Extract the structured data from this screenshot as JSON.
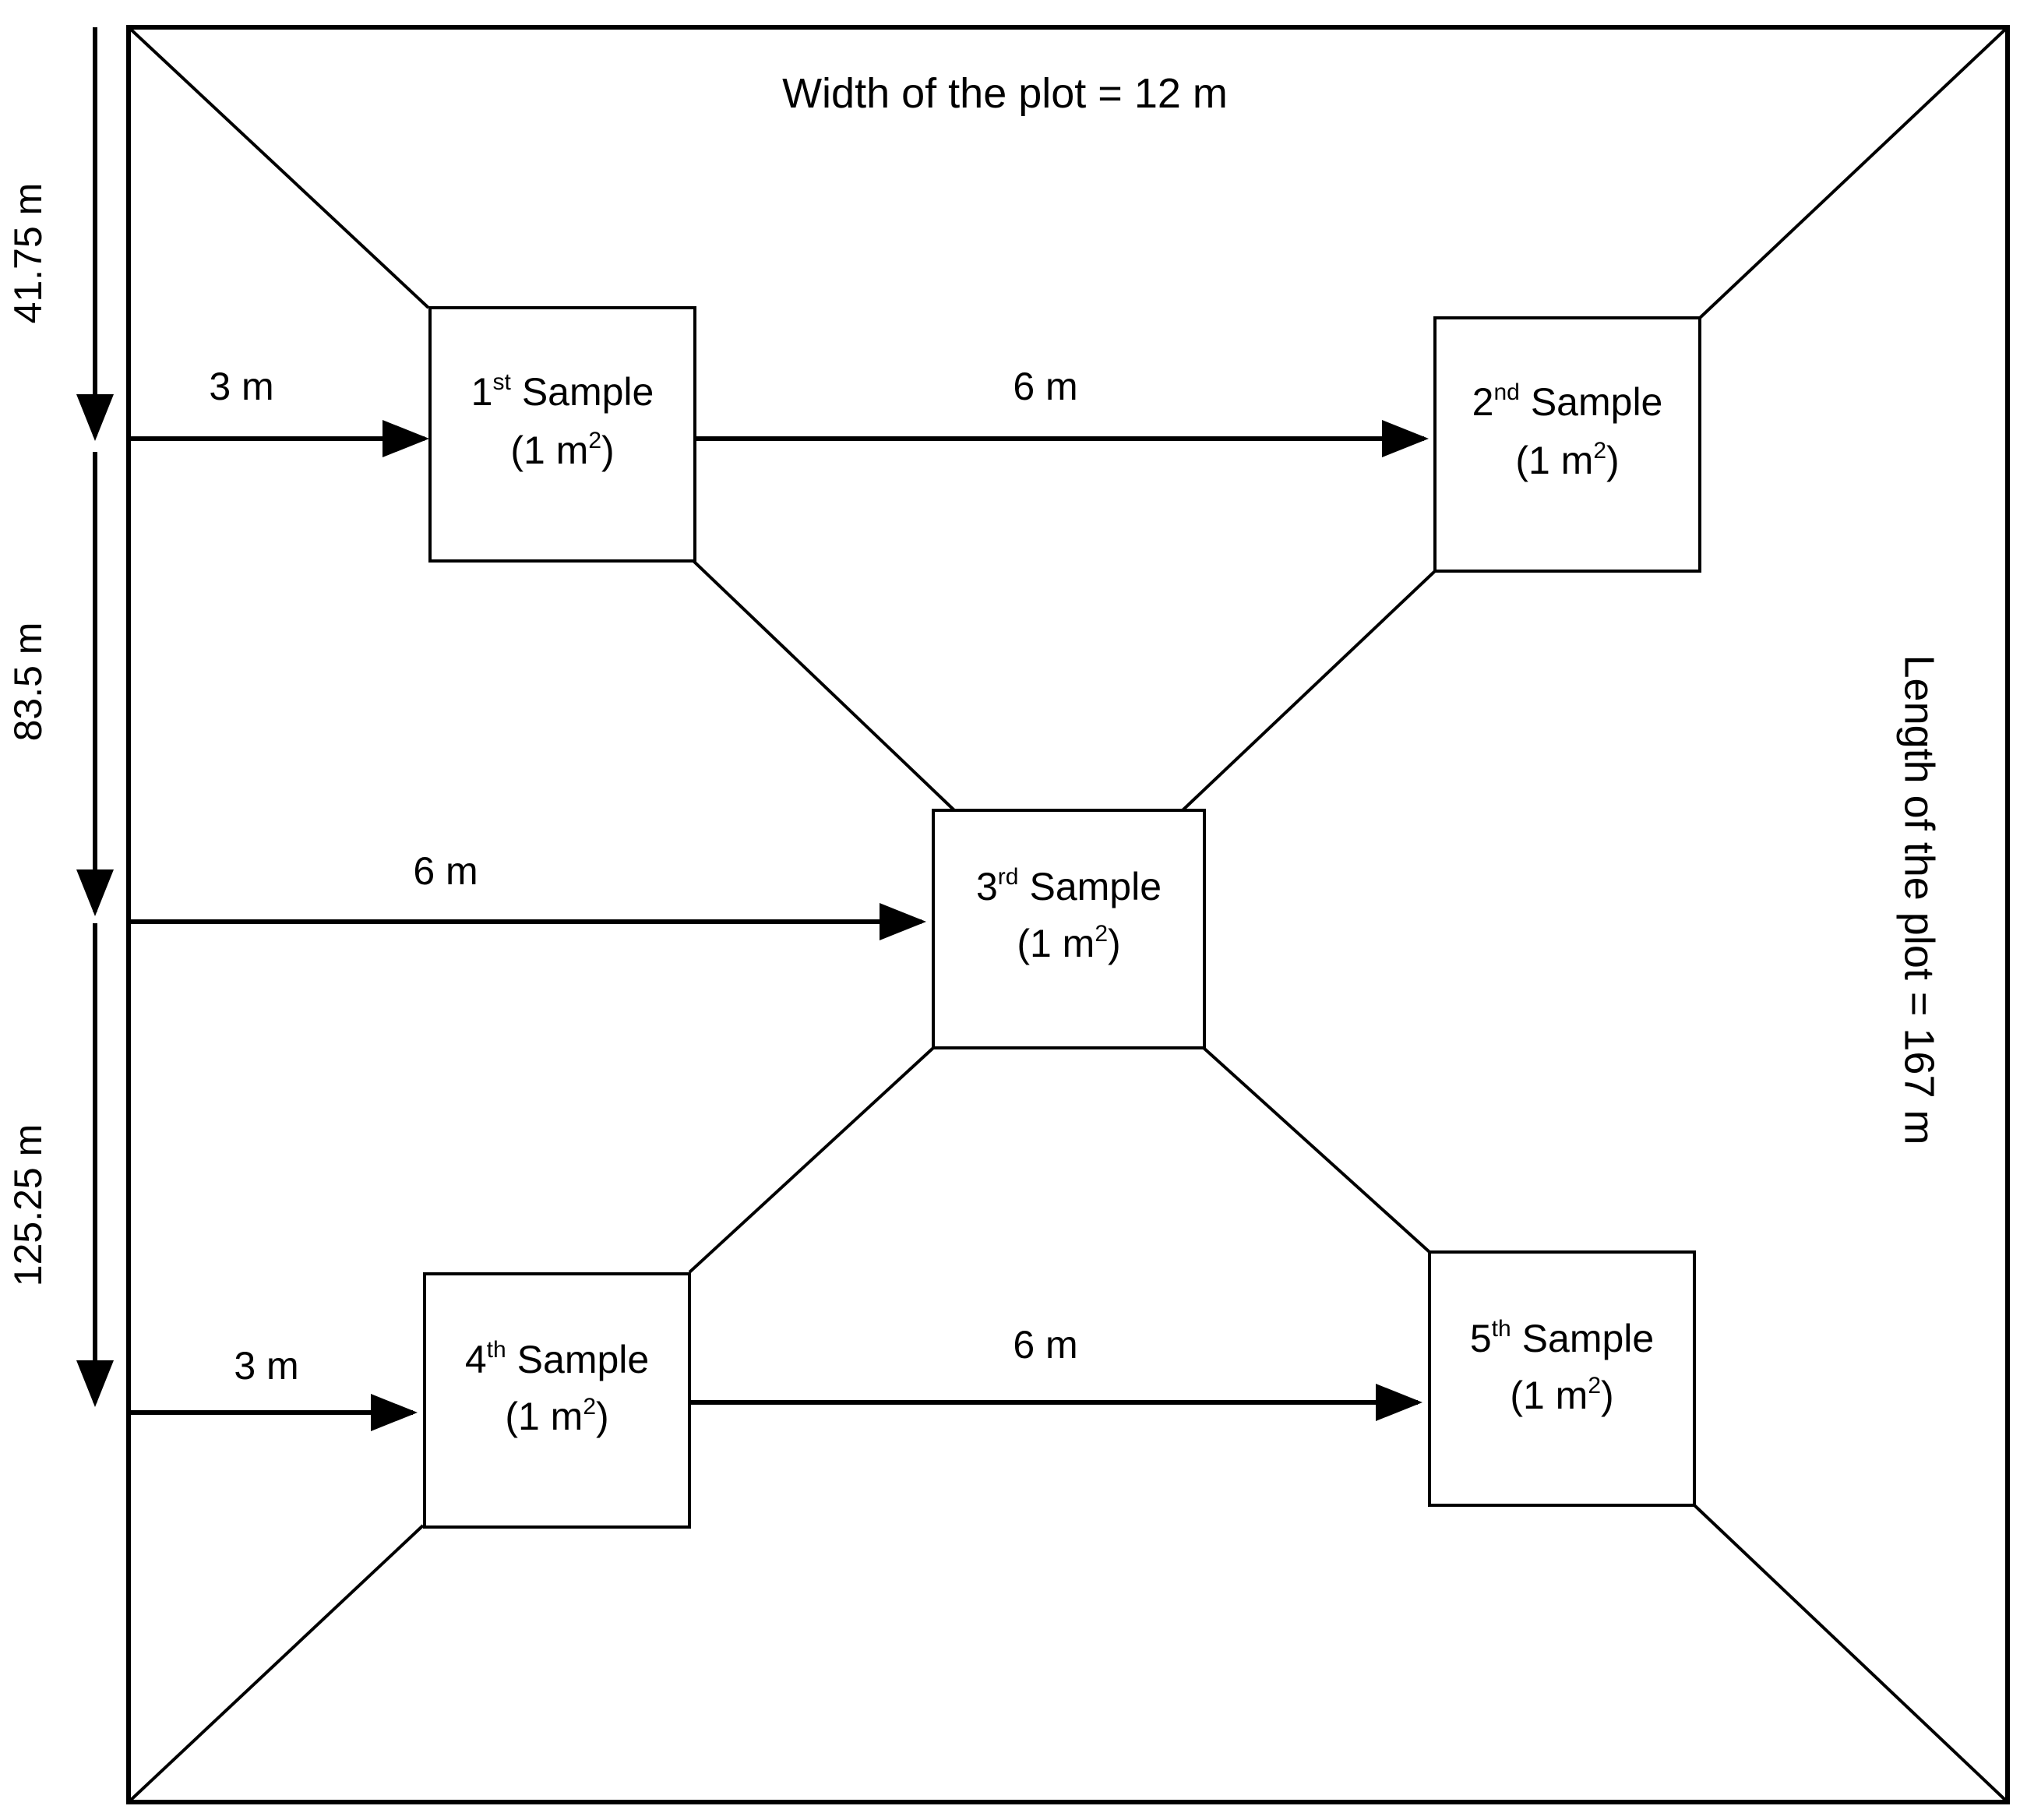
{
  "plot": {
    "width_label": "Width of the plot = 12 m",
    "length_label": "Length of the plot = 167 m"
  },
  "vertical_distances": [
    "41.75 m",
    "83.5 m",
    "125.25 m"
  ],
  "horizontal_distances": {
    "to_sample_1": "3 m",
    "sample_1_to_2": "6 m",
    "to_sample_3": "6 m",
    "to_sample_4": "3 m",
    "sample_4_to_5": "6 m"
  },
  "samples": [
    {
      "num": "1",
      "ord": "st",
      "name": "Sample",
      "area_open": "(1 m",
      "area_sup": "2",
      "area_close": ")"
    },
    {
      "num": "2",
      "ord": "nd",
      "name": "Sample",
      "area_open": "(1 m",
      "area_sup": "2",
      "area_close": ")"
    },
    {
      "num": "3",
      "ord": "rd",
      "name": "Sample",
      "area_open": "(1 m",
      "area_sup": "2",
      "area_close": ")"
    },
    {
      "num": "4",
      "ord": "th",
      "name": "Sample",
      "area_open": "(1 m",
      "area_sup": "2",
      "area_close": ")"
    },
    {
      "num": "5",
      "ord": "th",
      "name": "Sample",
      "area_open": "(1 m",
      "area_sup": "2",
      "area_close": ")"
    }
  ]
}
